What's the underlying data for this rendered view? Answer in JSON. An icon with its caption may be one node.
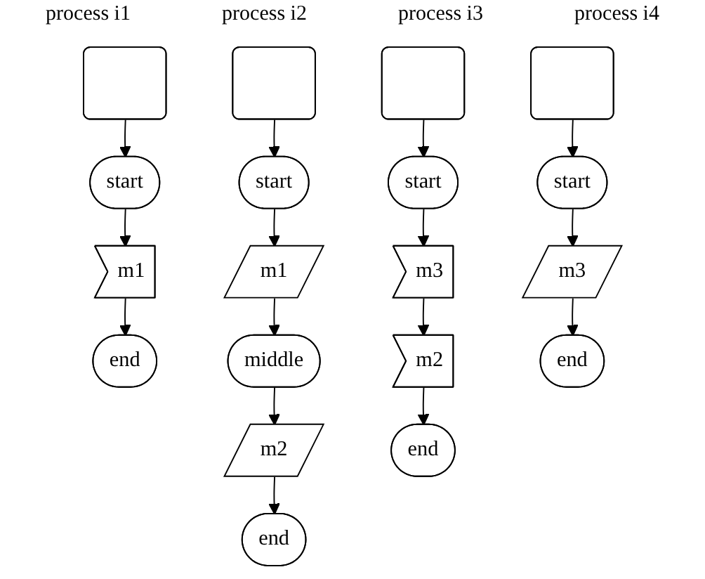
{
  "diagram": {
    "nodes": [
      {
        "text": [],
        "shape": "box"
      },
      {
        "text": [
          "start"
        ]
      },
      {
        "text": [
          "m1"
        ]
      },
      {
        "text": [
          "end"
        ]
      },
      {
        "text": [],
        "shape": "box"
      },
      {
        "text": [
          "start"
        ]
      },
      {
        "text": [
          "m1"
        ]
      },
      {
        "text": [
          "middle"
        ]
      },
      {
        "text": [
          "m2"
        ]
      },
      {
        "text": [
          "end"
        ]
      },
      {
        "text": [],
        "shape": "box"
      },
      {
        "text": [
          "start"
        ]
      },
      {
        "text": [
          "m3"
        ]
      },
      {
        "text": [
          "m2"
        ]
      },
      {
        "text": [
          "end"
        ]
      },
      {
        "text": [],
        "shape": "box"
      },
      {
        "text": [
          "start"
        ]
      },
      {
        "text": [
          "m3"
        ]
      },
      {
        "text": [
          "end"
        ]
      }
    ],
    "edges": [
      {
        "from": 0,
        "to": 1,
        "arrow": "to"
      },
      {
        "from": 1,
        "to": 2,
        "arrow": "to"
      },
      {
        "from": 2,
        "to": 3,
        "arrow": "to"
      },
      {
        "from": 4,
        "to": 5,
        "arrow": "to"
      },
      {
        "from": 5,
        "to": 6,
        "arrow": "to"
      },
      {
        "from": 6,
        "to": 7,
        "arrow": "to"
      },
      {
        "from": 7,
        "to": 8,
        "arrow": "to"
      },
      {
        "from": 8,
        "to": 9,
        "arrow": "to"
      },
      {
        "from": 10,
        "to": 11,
        "arrow": "to"
      },
      {
        "from": 11,
        "to": 12,
        "arrow": "to"
      },
      {
        "from": 12,
        "to": 13,
        "arrow": "to"
      },
      {
        "from": 13,
        "to": 14,
        "arrow": "to"
      },
      {
        "from": 15,
        "to": 16,
        "arrow": "to"
      },
      {
        "from": 16,
        "to": 17,
        "arrow": "to"
      },
      {
        "from": 17,
        "to": 18,
        "arrow": "to"
      }
    ],
    "labels": [
      "process i1",
      "process i2",
      "process i3",
      "process i4"
    ]
  }
}
